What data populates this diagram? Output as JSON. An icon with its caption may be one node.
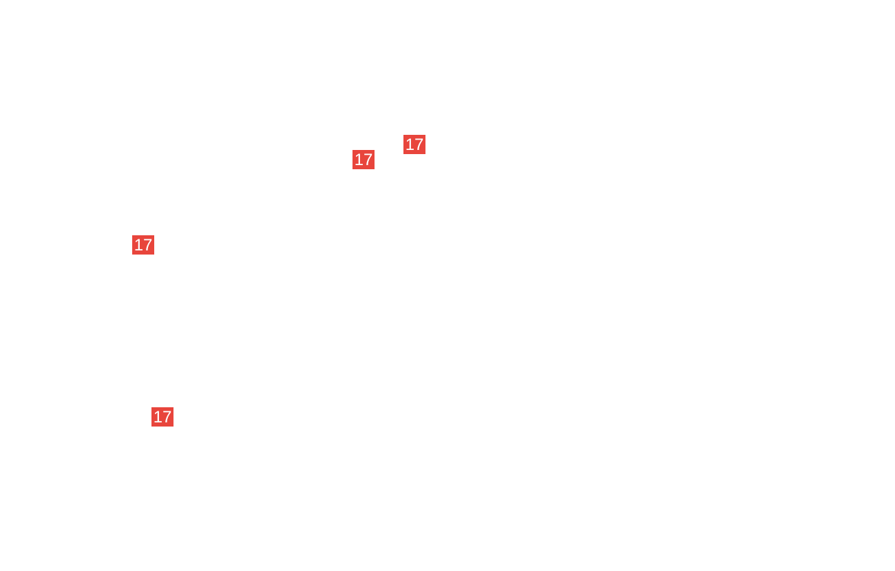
{
  "diagram": {
    "labels": [
      "17",
      "17",
      "17",
      "17"
    ]
  }
}
